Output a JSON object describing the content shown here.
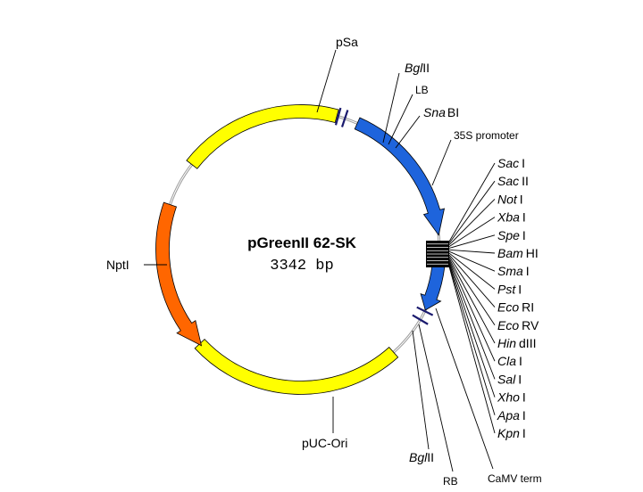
{
  "plasmid": {
    "name": "pGreenII 62-SK",
    "size": "3342 bp"
  },
  "colors": {
    "backbone": "#9a9a9a",
    "pSa": "#ffff00",
    "pUC-Ori": "#ffff00",
    "NptI": "#ff6600",
    "35S promoter": "#1e64dc",
    "CaMV term": "#1e64dc",
    "border": "#1a1a6e",
    "mcs": "#000000"
  },
  "features": {
    "pSa": "pSa",
    "bglII_top_a": "Bgl",
    "bglII_top_b": "II",
    "lb": "LB",
    "snabi_a": "Sna",
    "snabi_b": "BI",
    "promoter35s": "35S promoter",
    "nptI": "NptI",
    "pucori": "pUC-Ori",
    "bglII_bot_a": "Bgl",
    "bglII_bot_b": "II",
    "rb": "RB",
    "camv": "CaMV term"
  },
  "mcs_sites": [
    {
      "a": "Sac",
      "b": "I"
    },
    {
      "a": "Sac",
      "b": "II"
    },
    {
      "a": "Not",
      "b": "I"
    },
    {
      "a": "Xba",
      "b": "I"
    },
    {
      "a": "Spe",
      "b": "I"
    },
    {
      "a": "Bam",
      "b": "HI"
    },
    {
      "a": "Sma",
      "b": "I"
    },
    {
      "a": "Pst",
      "b": "I"
    },
    {
      "a": "Eco",
      "b": "RI"
    },
    {
      "a": "Eco",
      "b": "RV"
    },
    {
      "a": "Hin",
      "b": "dIII"
    },
    {
      "a": "Cla",
      "b": "I"
    },
    {
      "a": "Sal",
      "b": "I"
    },
    {
      "a": "Xho",
      "b": "I"
    },
    {
      "a": "Apa",
      "b": "I"
    },
    {
      "a": "Kpn",
      "b": "I"
    }
  ]
}
